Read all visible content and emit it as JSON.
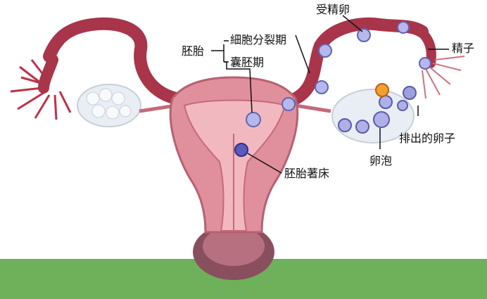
{
  "labels": {
    "fertilized_egg": "受精卵",
    "sperm": "精子",
    "embryo": "胚胎",
    "cell_division": "細胞分裂期",
    "blastocyst": "囊胚期",
    "ovulated_egg": "排出的卵子",
    "follicle": "卵泡",
    "implantation": "胚胎著床"
  },
  "colors": {
    "tube": "#a8354a",
    "uterus_outer": "#e0909c",
    "uterus_inner": "#c46a7a",
    "cavity": "#f2b8c0",
    "ovary": "#e8eef4",
    "cell": "#7f7fd0",
    "ground": "#6fb05a"
  }
}
